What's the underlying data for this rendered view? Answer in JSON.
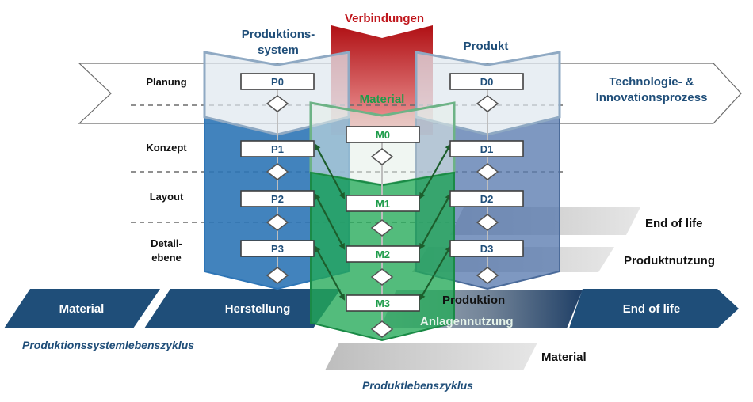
{
  "header": {
    "verbindungen": "Verbindungen",
    "produktionssystem_line1": "Produktions-",
    "produktionssystem_line2": "system",
    "produkt": "Produkt",
    "material": "Material",
    "technologie_line1": "Technologie- &",
    "technologie_line2": "Innovationsprozess"
  },
  "phases": {
    "planung": "Planung",
    "konzept": "Konzept",
    "layout": "Layout",
    "detail_line1": "Detail-",
    "detail_line2": "ebene"
  },
  "nodes": {
    "p": [
      "P0",
      "P1",
      "P2",
      "P3"
    ],
    "m": [
      "M0",
      "M1",
      "M2",
      "M3"
    ],
    "d": [
      "D0",
      "D1",
      "D2",
      "D3"
    ]
  },
  "lifecycle": {
    "material": "Material",
    "herstellung": "Herstellung",
    "end_of_life": "End of life",
    "caption": "Produktionssystemlebenszyklus"
  },
  "product_cycle": {
    "end_of_life": "End of life",
    "produktnutzung": "Produktnutzung",
    "produktion": "Produktion",
    "anlagennutzung": "Anlagennutzung",
    "material": "Material",
    "caption": "Produktlebenszyklus"
  },
  "colors": {
    "verbindungen": "#c0161c",
    "dark_blue": "#1f4e79",
    "blue": "#2e75b6",
    "green": "#1e9c4a",
    "dark_green": "#1c5e2c",
    "grey": "#c8c8c8"
  }
}
